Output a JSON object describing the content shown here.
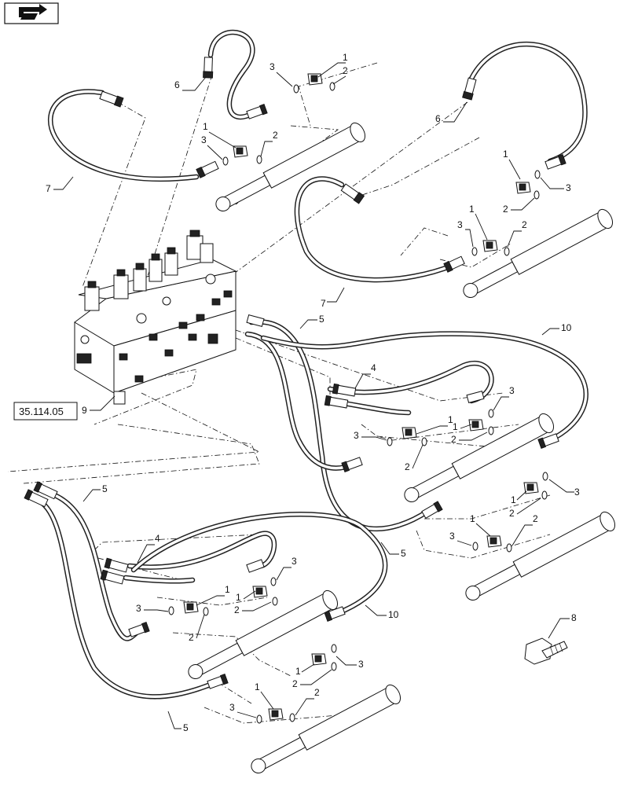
{
  "nav_icon": "forward-arrow-icon",
  "reference": {
    "label": "35.114.05"
  },
  "callouts": {
    "c1": "1",
    "c2": "2",
    "c3": "3",
    "c4": "4",
    "c5": "5",
    "c6": "6",
    "c7": "7",
    "c8": "8",
    "c9": "9",
    "c10": "10"
  }
}
